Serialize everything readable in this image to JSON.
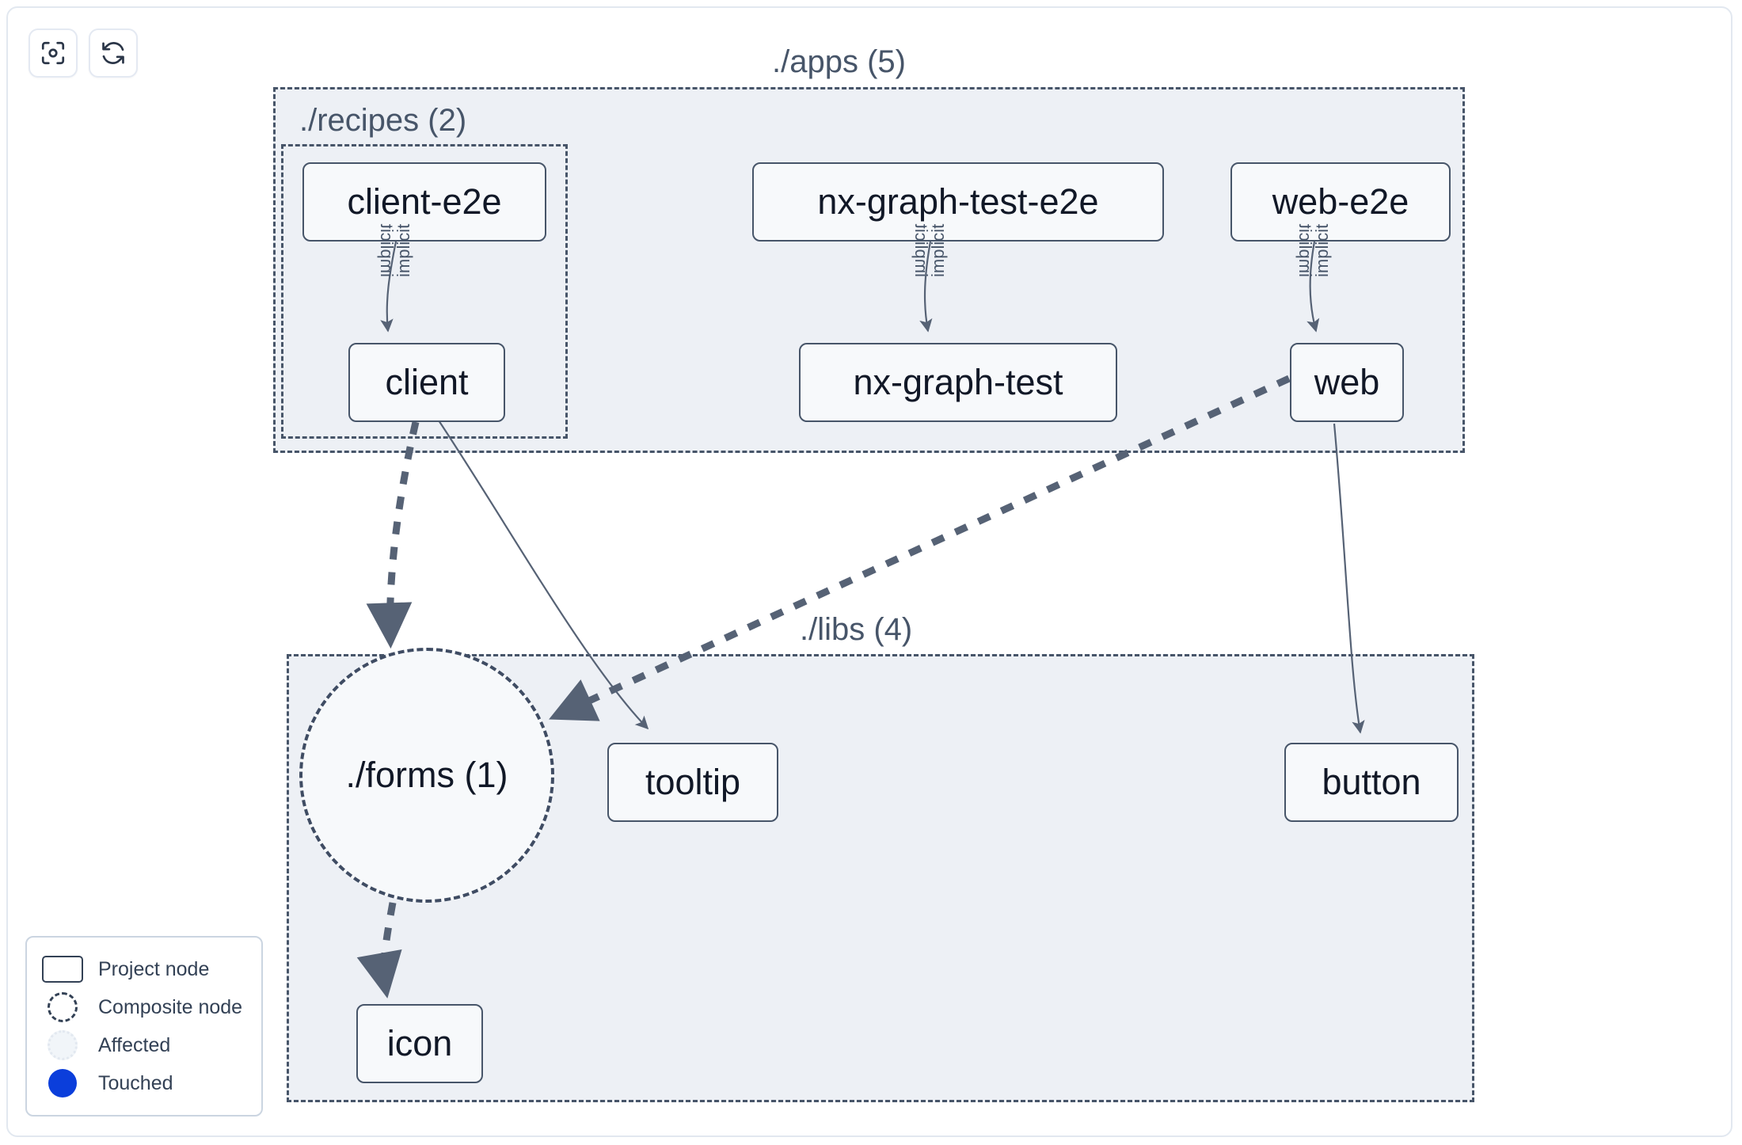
{
  "toolbar": {
    "buttons": [
      {
        "name": "focus-graph-button",
        "icon": "focus-target-icon"
      },
      {
        "name": "refresh-graph-button",
        "icon": "refresh-icon"
      }
    ]
  },
  "graph": {
    "groups": [
      {
        "id": "apps",
        "label": "./apps (5)"
      },
      {
        "id": "recipes",
        "label": "./recipes (2)"
      },
      {
        "id": "libs",
        "label": "./libs (4)"
      }
    ],
    "nodes": [
      {
        "id": "client-e2e",
        "label": "client-e2e",
        "shape": "rect"
      },
      {
        "id": "nx-graph-test-e2e",
        "label": "nx-graph-test-e2e",
        "shape": "rect"
      },
      {
        "id": "web-e2e",
        "label": "web-e2e",
        "shape": "rect"
      },
      {
        "id": "client",
        "label": "client",
        "shape": "rect"
      },
      {
        "id": "nx-graph-test",
        "label": "nx-graph-test",
        "shape": "rect"
      },
      {
        "id": "web",
        "label": "web",
        "shape": "rect"
      },
      {
        "id": "forms",
        "label": "./forms (1)",
        "shape": "circle"
      },
      {
        "id": "tooltip",
        "label": "tooltip",
        "shape": "rect"
      },
      {
        "id": "button",
        "label": "button",
        "shape": "rect"
      },
      {
        "id": "icon",
        "label": "icon",
        "shape": "rect"
      }
    ],
    "edges": [
      {
        "from": "client-e2e",
        "to": "client",
        "label": "implicit",
        "style": "solid"
      },
      {
        "from": "nx-graph-test-e2e",
        "to": "nx-graph-test",
        "label": "implicit",
        "style": "solid"
      },
      {
        "from": "web-e2e",
        "to": "web",
        "label": "implicit",
        "style": "solid"
      },
      {
        "from": "client",
        "to": "forms",
        "label": "",
        "style": "dashed"
      },
      {
        "from": "client",
        "to": "tooltip",
        "label": "",
        "style": "solid"
      },
      {
        "from": "web",
        "to": "forms",
        "label": "",
        "style": "dashed"
      },
      {
        "from": "web",
        "to": "button",
        "label": "",
        "style": "solid"
      },
      {
        "from": "forms",
        "to": "icon",
        "label": "",
        "style": "dashed"
      }
    ]
  },
  "legend": {
    "items": [
      {
        "id": "project-node",
        "label": "Project node",
        "swatch": "rect-outline"
      },
      {
        "id": "composite-node",
        "label": "Composite node",
        "swatch": "dashed-circle"
      },
      {
        "id": "affected",
        "label": "Affected",
        "swatch": "dotted-circle"
      },
      {
        "id": "touched",
        "label": "Touched",
        "swatch": "filled-circle"
      }
    ]
  },
  "colors": {
    "node_border": "#475569",
    "node_fill": "#f7f9fb",
    "group_fill": "#edf0f5",
    "group_border": "#475569",
    "edge": "#566275",
    "touched": "#0b3edb",
    "text": "#111827"
  }
}
